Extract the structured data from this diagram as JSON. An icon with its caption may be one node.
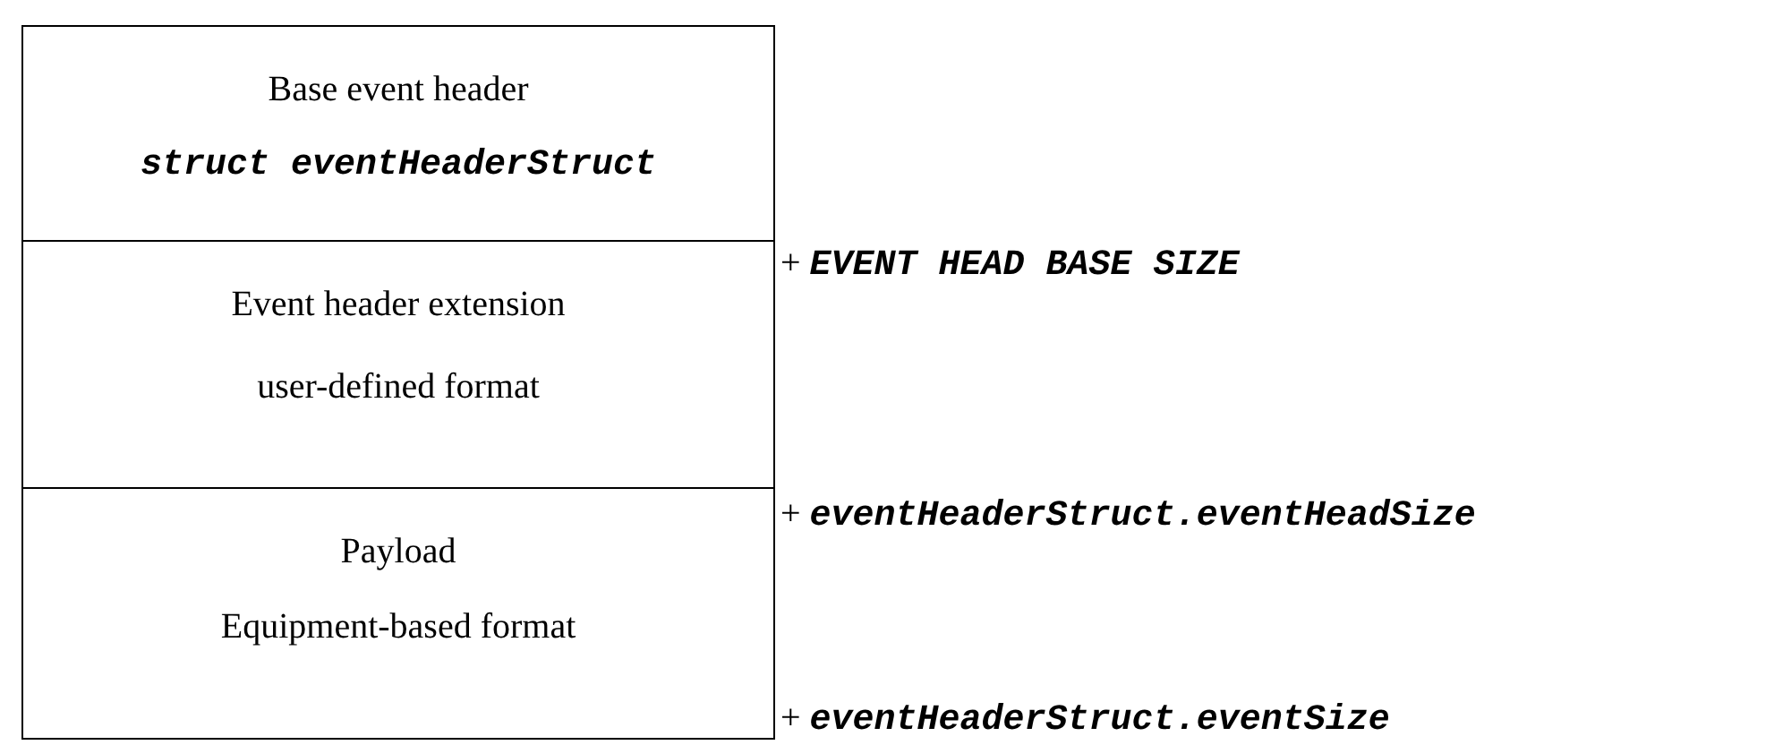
{
  "diagram": {
    "nodes": [
      {
        "text": [
          "Base event header",
          "struct eventHeaderStruct"
        ]
      },
      {
        "text": [
          "Event header extension",
          "user-defined format"
        ]
      },
      {
        "text": [
          "Payload",
          "Equipment-based format"
        ]
      }
    ],
    "labels": [
      "+ **EVENT HEAD BASE SIZE**",
      "+ **eventHeaderStruct.eventHeadSize**",
      "+ **eventHeaderStruct.eventSize**"
    ]
  }
}
